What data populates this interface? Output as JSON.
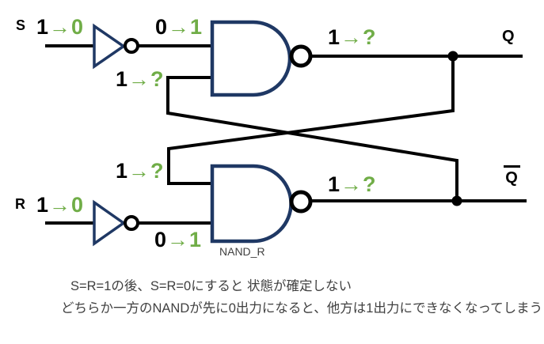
{
  "palette": {
    "gate_stroke": "#1f3864",
    "wire": "#000000",
    "transition_green": "#70ad47",
    "text": "#000000",
    "note_text": "#404040"
  },
  "inputs": {
    "s": {
      "label": "S"
    },
    "r": {
      "label": "R"
    }
  },
  "outputs": {
    "q": {
      "label": "Q"
    },
    "qbar": {
      "label": "Q",
      "overline": true
    }
  },
  "gates": {
    "top_nand": {
      "label": ""
    },
    "bottom_nand": {
      "label": "NAND_R"
    }
  },
  "transitions": {
    "s_in": {
      "from": "1",
      "arrow": "→",
      "to": "0"
    },
    "s_inv": {
      "from": "0",
      "arrow": "→",
      "to": "1"
    },
    "top_fb": {
      "from": "1",
      "arrow": "→",
      "to": "?"
    },
    "q_out": {
      "from": "1",
      "arrow": "→",
      "to": "?"
    },
    "bottom_fb": {
      "from": "1",
      "arrow": "→",
      "to": "?"
    },
    "r_in": {
      "from": "1",
      "arrow": "→",
      "to": "0"
    },
    "r_inv": {
      "from": "0",
      "arrow": "→",
      "to": "1"
    },
    "qbar_out": {
      "from": "1",
      "arrow": "→",
      "to": "?"
    }
  },
  "notes": {
    "line1": "S=R=1の後、S=R=0にすると 状態が確定しない",
    "line2": "どちらか一方のNANDが先に0出力になると、他方は1出力にできなくなってしまう"
  }
}
